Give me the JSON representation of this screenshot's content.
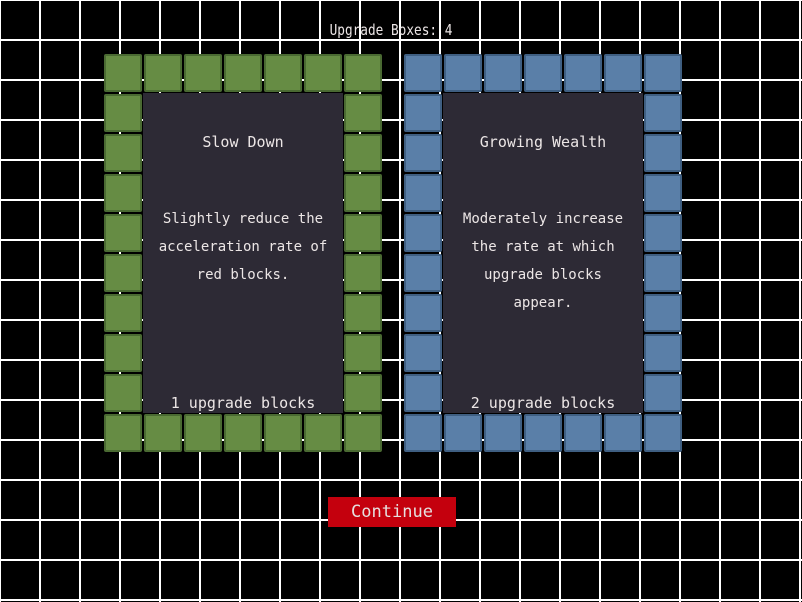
{
  "header": {
    "title": "Upgrade Boxes: 4"
  },
  "cards": [
    {
      "name": "Slow Down",
      "description": "Slightly reduce the acceleration rate of red blocks.",
      "cost": "1 upgrade blocks",
      "color": "#668c44",
      "border": "#4a6a32"
    },
    {
      "name": "Growing Wealth",
      "description": "Moderately increase the rate at which upgrade blocks appear.",
      "cost": "2 upgrade blocks",
      "color": "#5a7fa8",
      "border": "#3f5f82"
    }
  ],
  "continue_label": "Continue"
}
